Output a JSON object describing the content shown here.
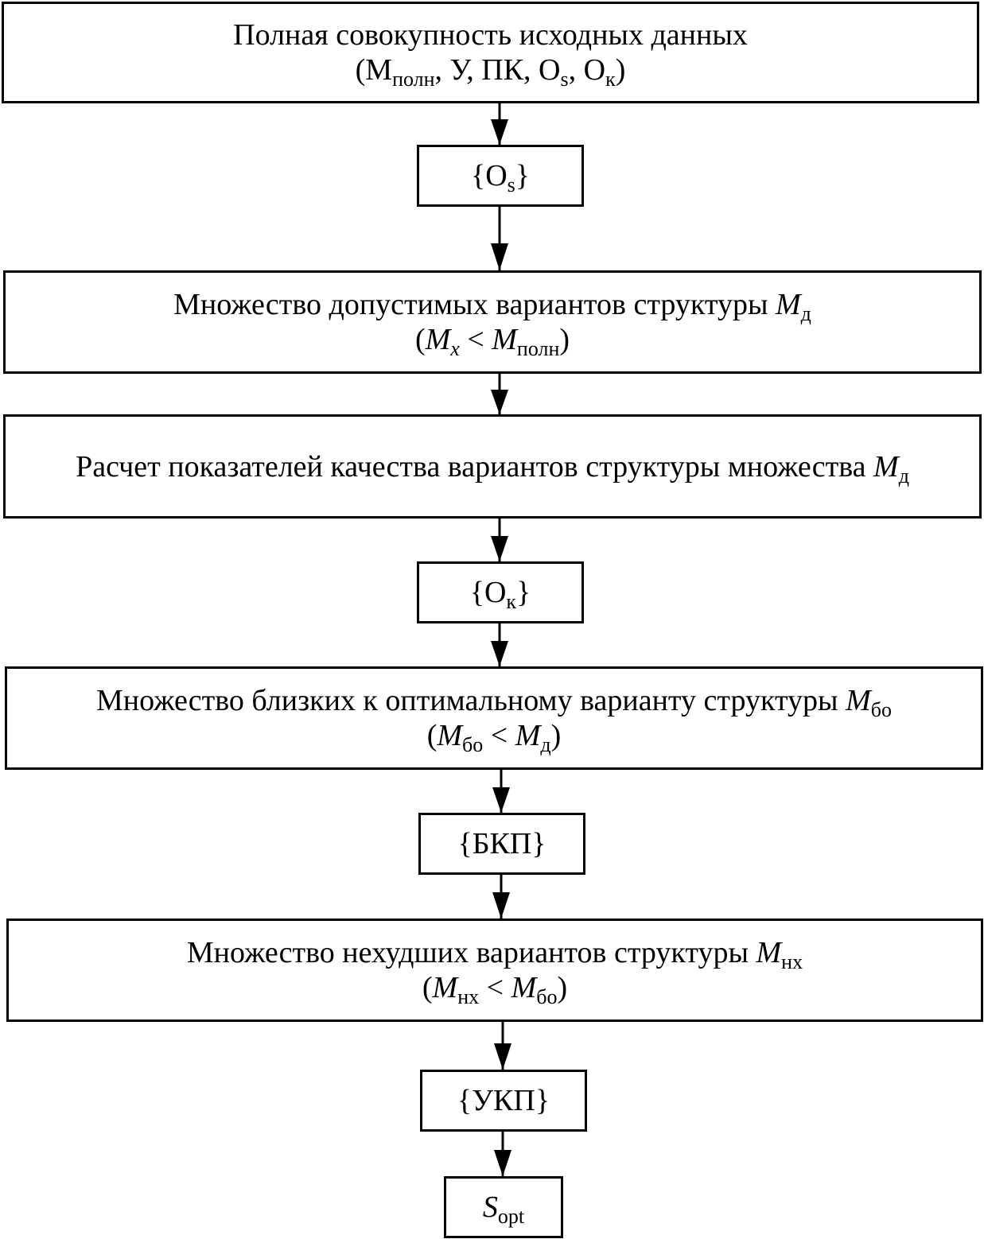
{
  "flowchart": {
    "nodes": {
      "full_data": {
        "line1": "Полная совокупность исходных данных",
        "line2_open": "(М",
        "line2_sub": "полн",
        "line2_mid": ", У, ПК, О",
        "line2_sub2": "s",
        "line2_mid2": ", О",
        "line2_sub3": "к",
        "line2_close": ")"
      },
      "os": {
        "open": "{О",
        "sub": "s",
        "close": "}"
      },
      "admissible": {
        "line1_text": "Множество допустимых вариантов структуры ",
        "line1_var": "М",
        "line1_sub": "д",
        "line2_open": "(",
        "line2_var1": "М",
        "line2_sub1": "x",
        "line2_op": " < ",
        "line2_var2": "М",
        "line2_sub2": "полн",
        "line2_close": ")"
      },
      "quality": {
        "text": "Расчет показателей качества вариантов структуры множества ",
        "var": "М",
        "sub": "д"
      },
      "ok": {
        "open": "{О",
        "sub": "к",
        "close": "}"
      },
      "near_optimal": {
        "line1_text": "Множество близких к оптимальному варианту структуры ",
        "line1_var": "М",
        "line1_sub": "бо",
        "line2_open": "(",
        "line2_var1": "М",
        "line2_sub1": "бо",
        "line2_op": " < ",
        "line2_var2": "М",
        "line2_sub2": "д",
        "line2_close": ")"
      },
      "bkp": {
        "text": "{БКП}"
      },
      "not_worse": {
        "line1_text": "Множество нехудших вариантов структуры ",
        "line1_var": "М",
        "line1_sub": "нх",
        "line2_open": "(",
        "line2_var1": "М",
        "line2_sub1": "нх",
        "line2_op": " < ",
        "line2_var2": "М",
        "line2_sub2": "бо",
        "line2_close": ")"
      },
      "ukp": {
        "text": "{УКП}"
      },
      "s_opt": {
        "var": "S",
        "sub": "opt"
      }
    },
    "edges": [
      [
        "full_data",
        "os"
      ],
      [
        "os",
        "admissible"
      ],
      [
        "admissible",
        "quality"
      ],
      [
        "quality",
        "ok"
      ],
      [
        "ok",
        "near_optimal"
      ],
      [
        "near_optimal",
        "bkp"
      ],
      [
        "bkp",
        "not_worse"
      ],
      [
        "not_worse",
        "ukp"
      ],
      [
        "ukp",
        "s_opt"
      ]
    ]
  }
}
